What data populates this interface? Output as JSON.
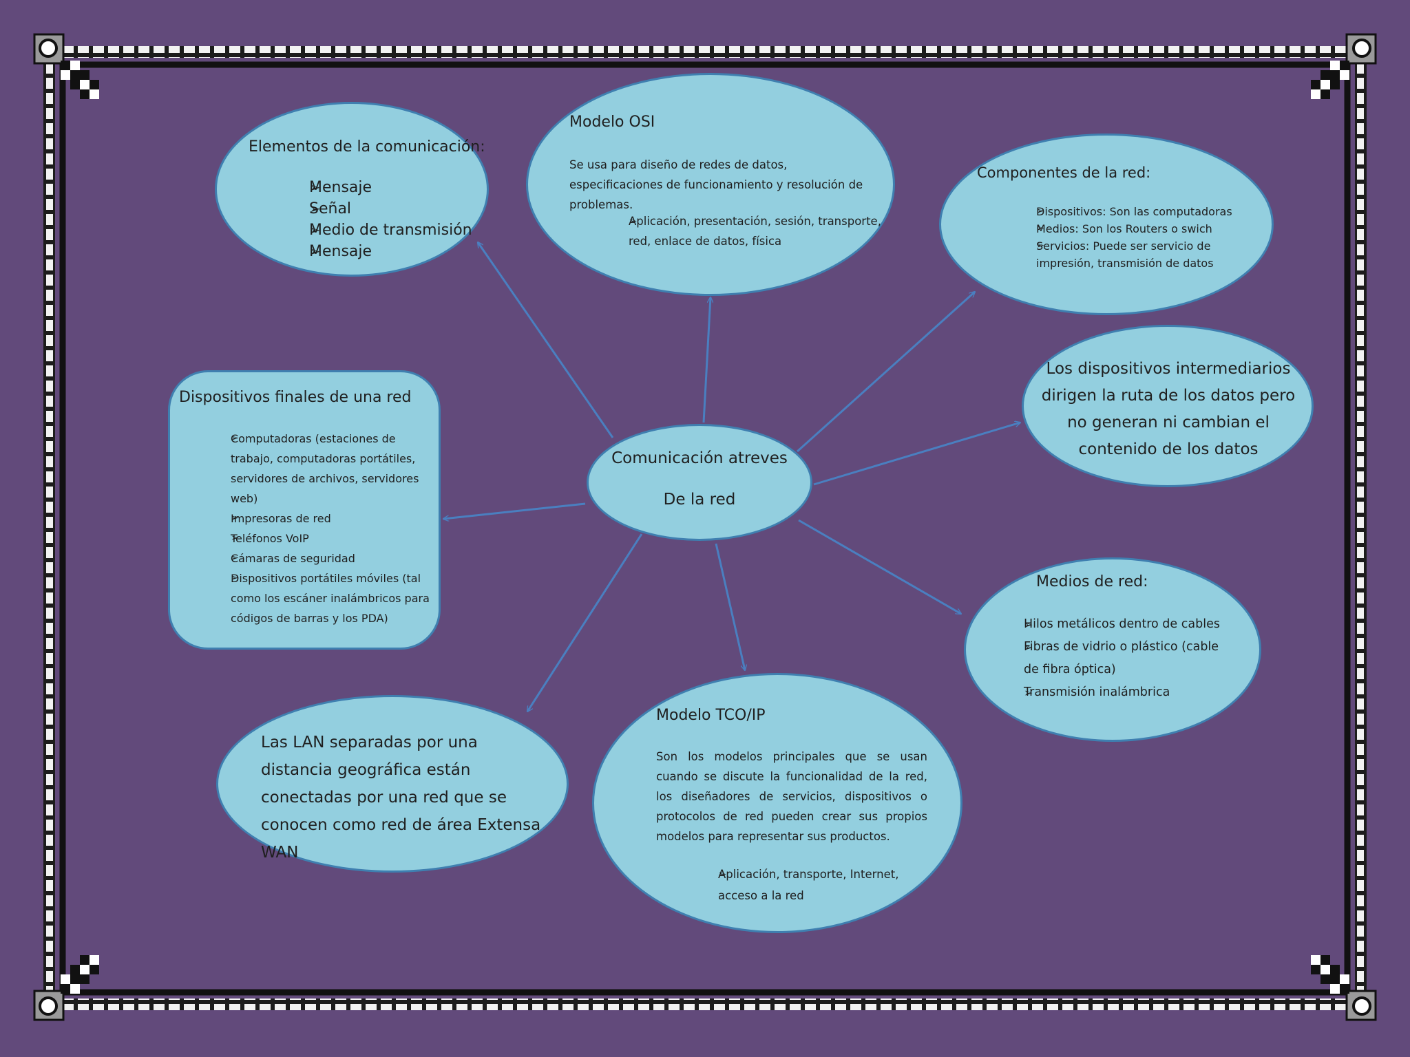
{
  "center": {
    "line1": "Comunicación atreves",
    "line2": "De la red"
  },
  "elementos": {
    "title": "Elementos de la comunicación:",
    "items": [
      "Mensaje",
      "Señal",
      "Medio de transmisión",
      "Mensaje"
    ]
  },
  "osi": {
    "title": "Modelo OSI",
    "description": "Se usa para diseño de redes de datos, especificaciones de funcionamiento y resolución de problemas.",
    "items": [
      "Aplicación, presentación, sesión, transporte, red, enlace de datos, física"
    ]
  },
  "componentes": {
    "title": "Componentes  de la red:",
    "items": [
      "Dispositivos: Son las computadoras",
      "Medios: Son los Routers o swich",
      "Servicios: Puede ser servicio de impresión, transmisión de datos"
    ]
  },
  "intermediarios": {
    "text": "Los dispositivos intermediarios dirigen la ruta de los datos pero no generan ni cambian el contenido de los datos"
  },
  "finales": {
    "title": "Dispositivos  finales de una red",
    "items": [
      "Computadoras (estaciones de trabajo, computadoras portátiles, servidores de archivos, servidores web)",
      "Impresoras de red",
      "Teléfonos VoIP",
      "Cámaras de seguridad",
      "Dispositivos portátiles móviles (tal como los escáner inalámbricos para códigos de barras y los PDA)"
    ]
  },
  "medios": {
    "title": "Medios de red:",
    "items": [
      "Hilos metálicos dentro de cables",
      "Fibras de vidrio o plástico (cable de fibra óptica)",
      "Transmisión inalámbrica"
    ]
  },
  "wan": {
    "text": "Las LAN separadas por una distancia geográfica están conectadas por una red que se conocen como red de área Extensa WAN"
  },
  "tcp": {
    "title": "Modelo TCO/IP",
    "description": "Son los modelos principales que se usan cuando se discute la funcionalidad de la red, los diseñadores de servicios, dispositivos o protocolos de red pueden crear sus propios modelos para representar sus productos.",
    "items": [
      "Aplicación, transporte, Internet, acceso a la red"
    ]
  },
  "colors": {
    "background": "#624a7b",
    "node_fill": "#93cfdf",
    "node_border": "#3f7fb0",
    "arrow": "#4a7fc0"
  }
}
